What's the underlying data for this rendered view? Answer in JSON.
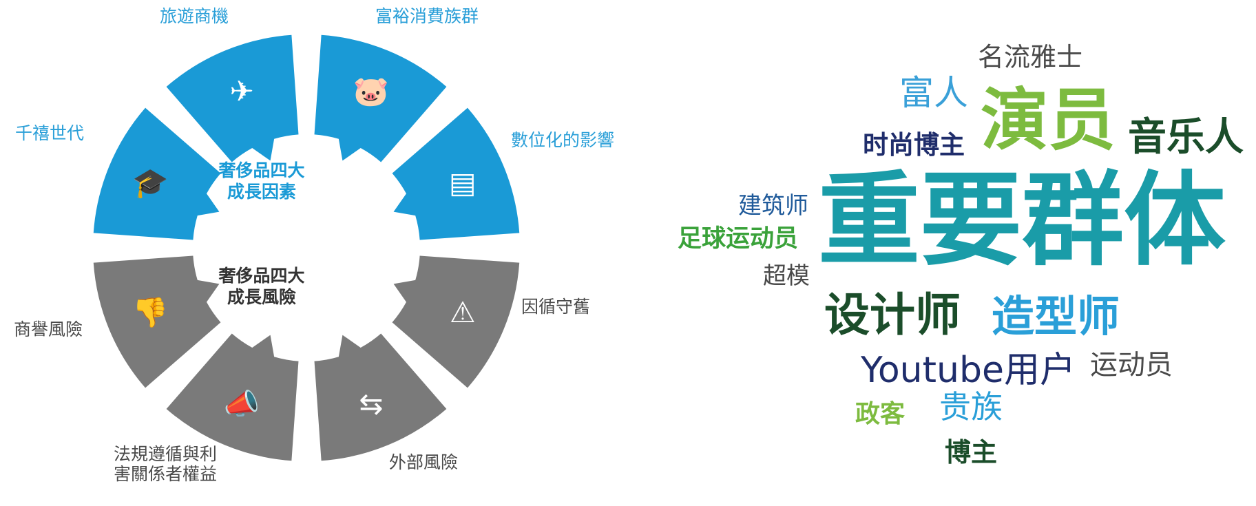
{
  "wheel": {
    "colors": {
      "growth": "#1a9ad6",
      "risk": "#7a7a7a",
      "center_growth_text": "#1a9ad6",
      "center_risk_text": "#333333"
    },
    "center_growth": [
      "奢侈品四大",
      "成長因素"
    ],
    "center_risk": [
      "奢侈品四大",
      "成長風險"
    ],
    "segments": [
      {
        "label": "旅遊商機",
        "icon": "airplane-icon",
        "group": "growth"
      },
      {
        "label": "富裕消費族群",
        "icon": "piggy-bank-icon",
        "group": "growth"
      },
      {
        "label": "數位化的影響",
        "icon": "newspaper-icon",
        "group": "growth"
      },
      {
        "label": "因循守舊",
        "icon": "warning-icon",
        "group": "risk"
      },
      {
        "label": "外部風險",
        "icon": "signpost-icon",
        "group": "risk"
      },
      {
        "label": [
          "法規遵循與利",
          "害關係者權益"
        ],
        "icon": "megaphone-icon",
        "group": "risk"
      },
      {
        "label": "商譽風險",
        "icon": "thumbs-down-icon",
        "group": "risk"
      },
      {
        "label": "千禧世代",
        "icon": "graduation-cap-icon",
        "group": "growth"
      }
    ]
  },
  "wordcloud": {
    "words": [
      {
        "text": "名流雅士",
        "color": "#4a4a4a"
      },
      {
        "text": "富人",
        "color": "#3aa0d8"
      },
      {
        "text": "演员",
        "color": "#7dbb3f"
      },
      {
        "text": "时尚博主",
        "color": "#1f2d6b"
      },
      {
        "text": "音乐人",
        "color": "#1b4d2a"
      },
      {
        "text": "建筑师",
        "color": "#1f5a9a"
      },
      {
        "text": "重要群体",
        "color": "#1a9ca8"
      },
      {
        "text": "足球运动员",
        "color": "#3aa23a"
      },
      {
        "text": "超模",
        "color": "#4a4a4a"
      },
      {
        "text": "设计师",
        "color": "#1b4d2a"
      },
      {
        "text": "造型师",
        "color": "#2a9fd8"
      },
      {
        "text": "Youtube用户",
        "color": "#1f2d6b"
      },
      {
        "text": "运动员",
        "color": "#4a4a4a"
      },
      {
        "text": "政客",
        "color": "#7dbb3f"
      },
      {
        "text": "贵族",
        "color": "#2a9fd8"
      },
      {
        "text": "博主",
        "color": "#1b4d2a"
      }
    ]
  }
}
